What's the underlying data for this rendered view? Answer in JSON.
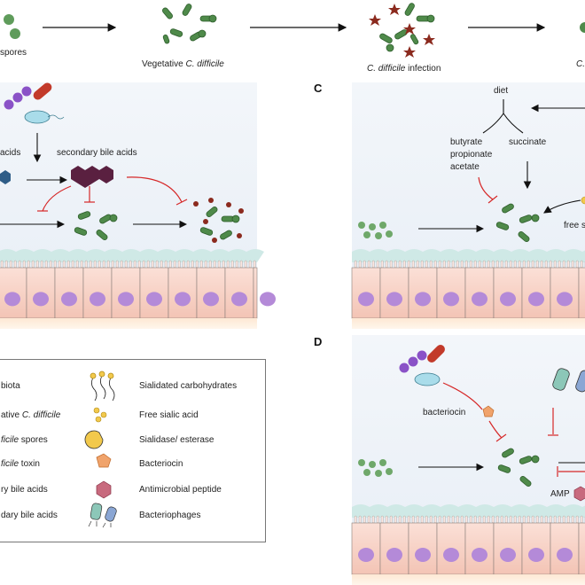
{
  "top_row": {
    "stages": [
      {
        "pre": "",
        "em": "",
        "post": "spores"
      },
      {
        "pre": "Vegetative ",
        "em": "C. difficile",
        "post": ""
      },
      {
        "pre": "",
        "em": "C. difficile",
        "post": " infection"
      },
      {
        "pre": "",
        "em": "C.",
        "post": ""
      }
    ]
  },
  "panel_b": {
    "labels": {
      "primary": "acids",
      "secondary": "secondary bile acids"
    }
  },
  "panel_c": {
    "letter": "C",
    "labels": {
      "diet": "diet",
      "butyrate": "butyrate",
      "propionate": "propionate",
      "acetate": "acetate",
      "succinate": "succinate",
      "free": "free s"
    }
  },
  "panel_d": {
    "letter": "D",
    "labels": {
      "bacteriocin": "bacteriocin",
      "amp": "AMP"
    }
  },
  "legend": {
    "left": [
      {
        "pre": "",
        "em": "",
        "post": "biota",
        "icon": "microbiota-icon"
      },
      {
        "pre": "ative ",
        "em": "C. difficile",
        "post": "",
        "icon": "vegetative-cdiff-icon"
      },
      {
        "pre": "",
        "em": "ficile",
        "post": " spores",
        "icon": "spore-icon"
      },
      {
        "pre": "",
        "em": "ficile",
        "post": " toxin",
        "icon": "toxin-icon"
      },
      {
        "pre": "ry bile acids",
        "em": "",
        "post": "",
        "icon": "primary-bile-acid-icon"
      },
      {
        "pre": "dary bile acids",
        "em": "",
        "post": "",
        "icon": "secondary-bile-acid-icon"
      }
    ],
    "right": [
      {
        "text": "Sialidated carbohydrates",
        "icon": "sialidated-carbohydrates-icon"
      },
      {
        "text": "Free sialic acid",
        "icon": "free-sialic-acid-icon"
      },
      {
        "text": "Sialidase/ esterase",
        "icon": "sialidase-icon"
      },
      {
        "text": "Bacteriocin",
        "icon": "bacteriocin-icon"
      },
      {
        "text": "Antimicrobial peptide",
        "icon": "antimicrobial-peptide-icon"
      },
      {
        "text": "Bacteriophages",
        "icon": "bacteriophage-icon"
      }
    ]
  },
  "colors": {
    "bacterium": "#4f8a4a",
    "bacterium_dark": "#2f5e2d",
    "spore": "#6fa86a",
    "toxin": "#8b2a1e",
    "secondary_bile": "#5a2040",
    "primary_bile": "#2f5d87",
    "inhibit": "#d62828",
    "panel_bg": "#eef3f8",
    "cell": "#f6cfc6",
    "nucleus": "#b48ad8",
    "mucus": "#cfe9e6",
    "bacteriocin": "#f0a36b",
    "amp": "#c86a7e",
    "phage_a": "#8cc7b8",
    "phage_b": "#8aa6d4",
    "sialic": "#f2c94c"
  }
}
